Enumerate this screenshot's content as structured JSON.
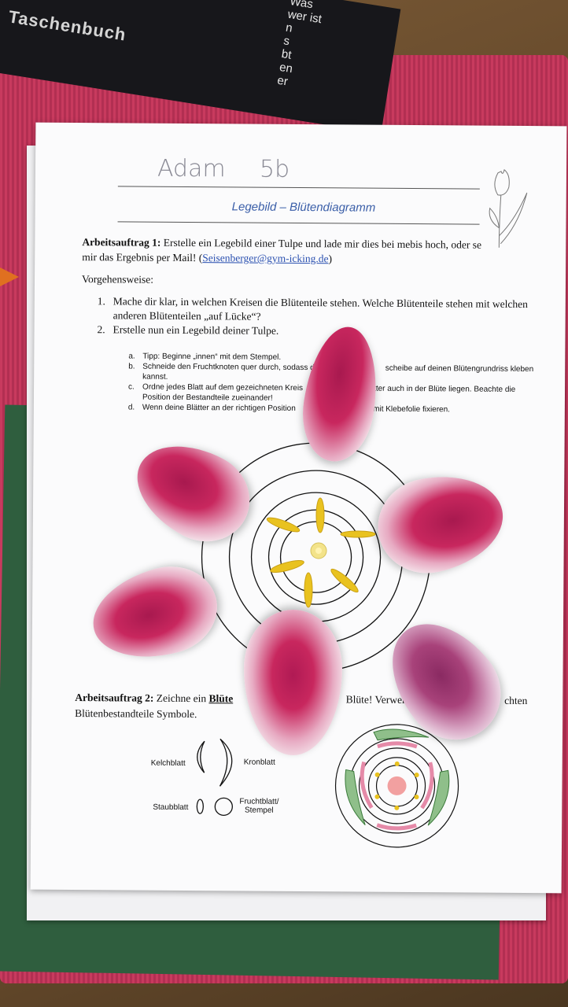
{
  "book": {
    "title": "Taschenbuch",
    "lines": [
      "Was",
      "wer ist",
      "n",
      "s",
      "bt",
      "en",
      "er"
    ]
  },
  "worksheet": {
    "handwritten_name": "Adam",
    "handwritten_class": "5b",
    "heading": "Legebild – Blütendiagramm",
    "task1_label": "Arbeitsauftrag 1:",
    "task1_text": "Erstelle ein Legebild einer Tulpe und lade mir dies bei mebis hoch, oder se",
    "task1_text2": "mir das Ergebnis per Mail!",
    "task1_email": "Seisenberger@gym-icking.de",
    "procedure_label": "Vorgehensweise:",
    "steps": [
      {
        "num": "1.",
        "text": "Mache dir klar, in welchen Kreisen die Blütenteile stehen. Welche Blütenteile stehen mit welchen"
      },
      {
        "num": "",
        "text": "anderen Blütenteilen „auf Lücke“?"
      },
      {
        "num": "2.",
        "text": "Erstelle nun ein Legebild deiner Tulpe."
      }
    ],
    "substeps": [
      {
        "letter": "a.",
        "text": "Tipp: Beginne „innen“ mit dem Stempel."
      },
      {
        "letter": "b.",
        "text": "Schneide den Fruchtknoten quer durch, sodass d"
      },
      {
        "letter": "",
        "text": "scheibe auf deinen Blütengrundriss kleben"
      },
      {
        "letter": "",
        "text": "kannst."
      },
      {
        "letter": "c.",
        "text": "Ordne jedes Blatt auf dem gezeichneten Kreis"
      },
      {
        "letter": "",
        "text": "tter auch in der Blüte liegen. Beachte die"
      },
      {
        "letter": "",
        "text": "Position der Bestandteile zueinander!"
      },
      {
        "letter": "d.",
        "text": "Wenn deine Blätter an der richtigen Position"
      },
      {
        "letter": "",
        "text": "e mit Klebefolie fixieren."
      }
    ],
    "task2_label": "Arbeitsauftrag 2:",
    "task2_text_a": "Zeichne ein",
    "task2_bold": "Blüte",
    "task2_text_b": "Blüte! Verwen",
    "task2_text_c": "chten",
    "task2_line2": "Blütenbestandteile Symbole.",
    "legend": {
      "kelchblatt": "Kelchblatt",
      "kronblatt": "Kronblatt",
      "staubblatt": "Staubblatt",
      "fruchtblatt": "Fruchtblatt/",
      "stempel": "Stempel"
    }
  },
  "colors": {
    "petal_pink": "#c8275e",
    "petal_white": "#f7eef2",
    "stamen": "#e9c21f",
    "heading_blue": "#3a5ea8",
    "mat_red": "#c83a5e"
  }
}
